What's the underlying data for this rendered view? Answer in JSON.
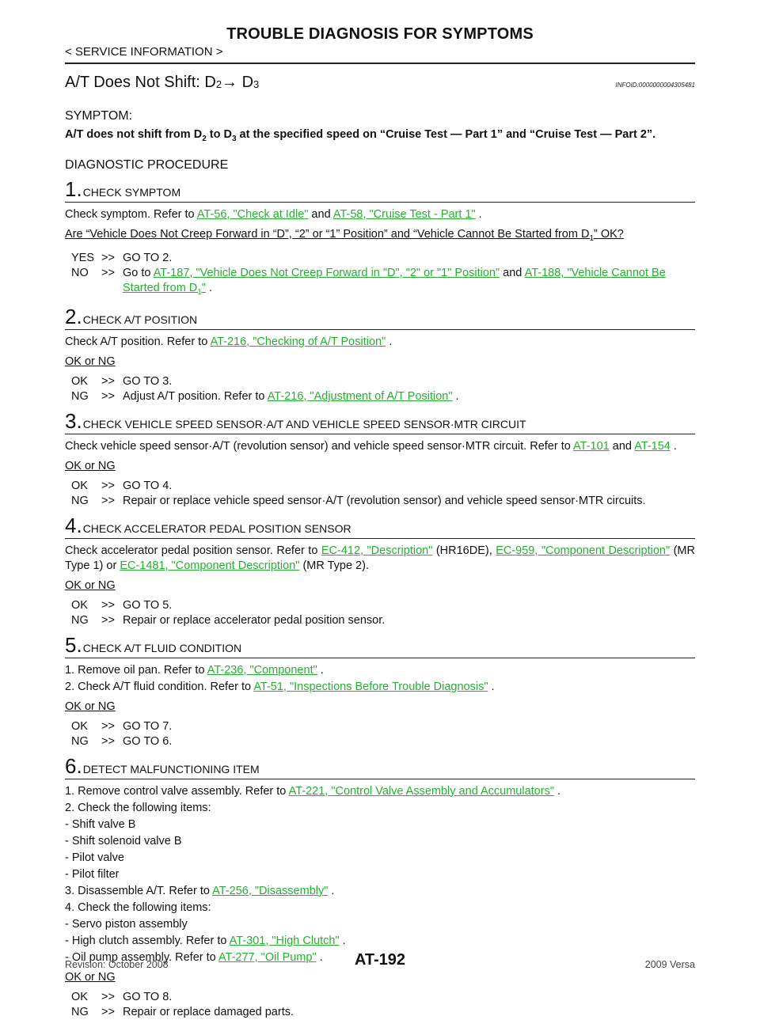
{
  "header": {
    "title": "TROUBLE DIAGNOSIS FOR SYMPTOMS",
    "service_info": "< SERVICE INFORMATION >"
  },
  "section": {
    "title_pre": "A/T Does Not Shift: D",
    "sub_a": "2",
    "arrow": "→",
    "title_mid": " D",
    "sub_b": "3",
    "infoid": "INFOID:0000000004305481"
  },
  "symptom": {
    "label": "SYMPTOM:",
    "t1": "A/T does not shift from D",
    "s1": "2",
    "t2": "  to D",
    "s2": "3",
    "t3": "  at the specified speed on “Cruise Test — Part 1” and “Cruise Test — Part 2”."
  },
  "diag_label": "DIAGNOSTIC PROCEDURE",
  "steps": {
    "s1": {
      "num": "1.",
      "title": "CHECK SYMPTOM",
      "line1_pre": "Check symptom. Refer to ",
      "link1": "AT-56, \"Check at Idle\"",
      "line1_mid": "  and ",
      "link2": "AT-58, \"Cruise Test - Part 1\"",
      "line1_end": " .",
      "question_pre": "Are “Vehicle Does Not Creep Forward in “D”, “2” or “1” Position” and “Vehicle Cannot Be Started from D",
      "question_sub": "1",
      "question_end": "” OK?",
      "yes_key": "YES",
      "yes_text": "GO TO 2.",
      "no_key": "NO",
      "no_pre": "Go to ",
      "no_link1": "AT-187, \"Vehicle Does Not Creep Forward in \"D\", \"2\" or \"1\" Position\"",
      "no_mid": "  and ",
      "no_link2_a": "AT-188, \"Vehicle",
      "no_link2_b": "Cannot Be Started from D",
      "no_link2_sub": "1",
      "no_link2_end": "\"",
      "no_end": " ."
    },
    "s2": {
      "num": "2.",
      "title": "CHECK A/T POSITION",
      "line_pre": "Check A/T position. Refer to ",
      "link": "AT-216, \"Checking of A/T Position\"",
      "line_end": " .",
      "okng": "OK or NG",
      "ok_key": "OK",
      "ok_text": "GO TO 3.",
      "ng_key": "NG",
      "ng_pre": "Adjust A/T position. Refer to ",
      "ng_link": "AT-216, \"Adjustment of A/T Position\"",
      "ng_end": " ."
    },
    "s3": {
      "num": "3.",
      "title": "CHECK VEHICLE SPEED SENSOR·A/T AND VEHICLE SPEED SENSOR·MTR CIRCUIT",
      "line_pre": "Check vehicle speed sensor·A/T (revolution sensor) and vehicle speed sensor·MTR circuit. Refer to ",
      "link1": "AT-101",
      "line_mid": " and ",
      "link2": "AT-154",
      "line_end": " .",
      "okng": "OK or NG",
      "ok_key": "OK",
      "ok_text": "GO TO 4.",
      "ng_key": "NG",
      "ng_text": "Repair or replace vehicle speed sensor·A/T (revolution sensor) and vehicle speed sensor·MTR circuits."
    },
    "s4": {
      "num": "4.",
      "title": "CHECK ACCELERATOR PEDAL POSITION SENSOR",
      "line_pre": "Check accelerator pedal position sensor. Refer to ",
      "link1": "EC-412, \"Description\"",
      "line_mid1": " (HR16DE), ",
      "link2": "EC-959, \"Component Description\"",
      "line_mid2": " (MR Type 1) or ",
      "link3": "EC-1481, \"Component Description\"",
      "line_end": " (MR Type 2).",
      "okng": "OK or NG",
      "ok_key": "OK",
      "ok_text": "GO TO 5.",
      "ng_key": "NG",
      "ng_text": "Repair or replace accelerator pedal position sensor."
    },
    "s5": {
      "num": "5.",
      "title": "CHECK A/T FLUID CONDITION",
      "l1_pre": "1.  Remove oil pan. Refer to ",
      "l1_link": "AT-236, \"Component\"",
      "l1_end": " .",
      "l2_pre": "2.  Check A/T fluid condition. Refer to ",
      "l2_link": "AT-51, \"Inspections Before Trouble Diagnosis\"",
      "l2_end": " .",
      "okng": "OK or NG",
      "ok_key": "OK",
      "ok_text": "GO TO 7.",
      "ng_key": "NG",
      "ng_text": "GO TO 6."
    },
    "s6": {
      "num": "6.",
      "title": "DETECT MALFUNCTIONING ITEM",
      "l1_pre": "1.  Remove control valve assembly. Refer to ",
      "l1_link": "AT-221, \"Control Valve Assembly and Accumulators\"",
      "l1_end": " .",
      "l2": "2.  Check the following items:",
      "items_a": [
        "-   Shift valve B",
        "-   Shift solenoid valve B",
        "-   Pilot valve",
        "-   Pilot filter"
      ],
      "l3_pre": "3.  Disassemble A/T. Refer to ",
      "l3_link": "AT-256, \"Disassembly\"",
      "l3_end": " .",
      "l4": "4.  Check the following items:",
      "b1": "-   Servo piston assembly",
      "b2_pre": "-   High clutch assembly. Refer to ",
      "b2_link": "AT-301, \"High Clutch\"",
      "b2_end": " .",
      "b3_pre": "-   Oil pump assembly. Refer to ",
      "b3_link": "AT-277, \"Oil Pump\"",
      "b3_end": " .",
      "okng": "OK or NG",
      "ok_key": "OK",
      "ok_text": "GO TO 8.",
      "ng_key": "NG",
      "ng_text": "Repair or replace damaged parts."
    }
  },
  "answer_arrow": ">>",
  "footer": {
    "revision": "Revision: October 2008",
    "page": "AT-192",
    "version": "2009 Versa"
  },
  "colors": {
    "link": "#25b030",
    "text": "#111111"
  }
}
